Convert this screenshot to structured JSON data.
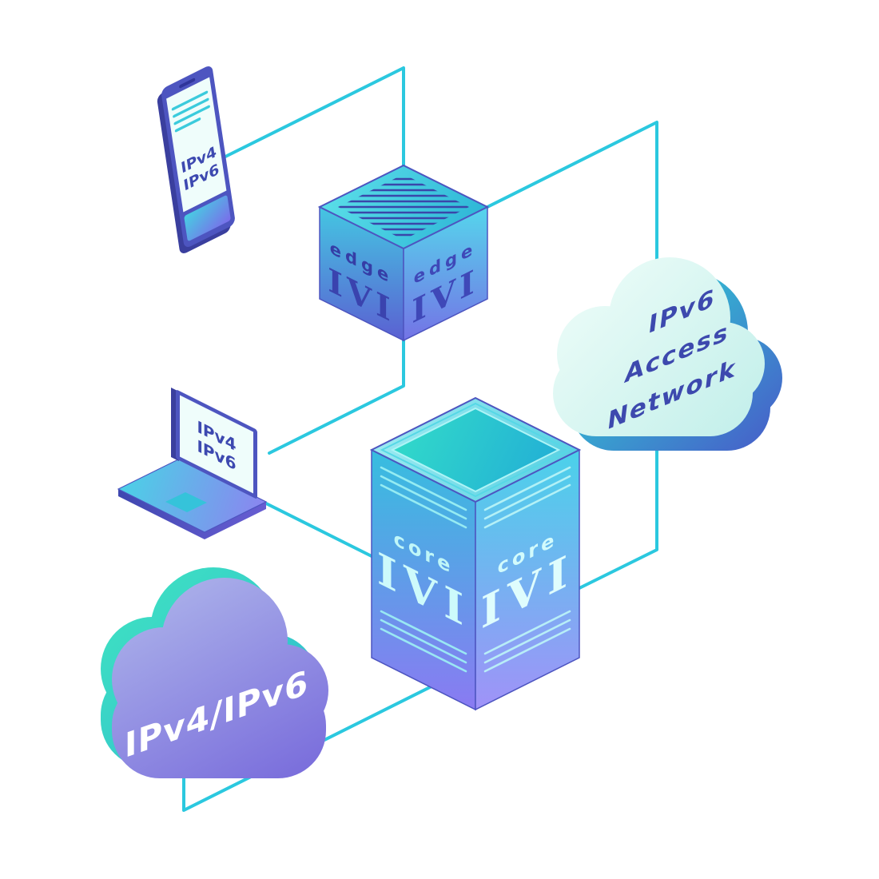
{
  "devices": {
    "phone": {
      "label_line1": "IPv4",
      "label_line2": "IPv6"
    },
    "laptop": {
      "label_line1": "IPv4",
      "label_line2": "IPv6"
    }
  },
  "routers": {
    "edge": {
      "name": "edge",
      "tech": "IVI"
    },
    "core": {
      "name": "core",
      "tech": "IVI"
    }
  },
  "clouds": {
    "access": {
      "line1": "IPv6",
      "line2": "Access",
      "line3": "Network"
    },
    "backbone": {
      "label": "IPv4/IPv6"
    }
  },
  "colors": {
    "connection_line": "#2bc8df",
    "indigo_text": "#3d49b0",
    "cloud_text_dark": "#3d49ae",
    "cloud_text_light": "#ffffff"
  }
}
